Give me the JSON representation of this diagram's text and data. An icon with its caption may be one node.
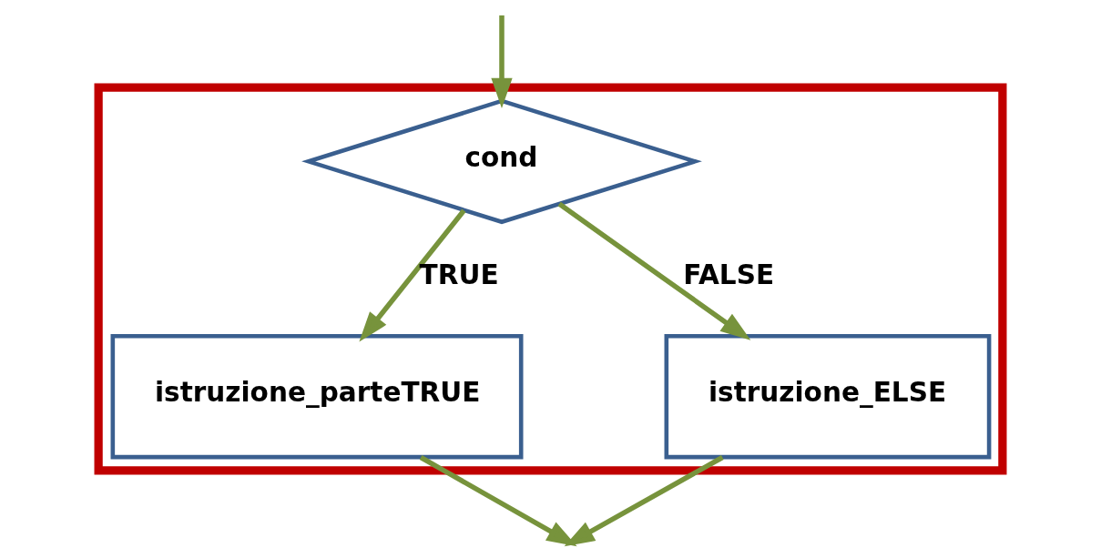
{
  "diagram": {
    "nodes": [
      {
        "text": [],
        "shape": "box"
      },
      {
        "text": [
          "cond"
        ],
        "in": 0
      },
      {
        "text": [
          "istruzione_parteTRUE"
        ],
        "in": 0
      },
      {
        "text": [
          "istruzione_ELSE"
        ],
        "in": 0
      }
    ],
    "edges": [
      {
        "from": null,
        "to": 1,
        "arrow": "to"
      },
      {
        "from": 1,
        "to": 2,
        "arrow": "to",
        "label": "TRUE"
      },
      {
        "from": 1,
        "to": 3,
        "arrow": "to",
        "label": "FALSE"
      },
      {
        "from": 2,
        "to": null,
        "arrow": "to"
      },
      {
        "from": 3,
        "to": null,
        "arrow": "to"
      }
    ]
  }
}
